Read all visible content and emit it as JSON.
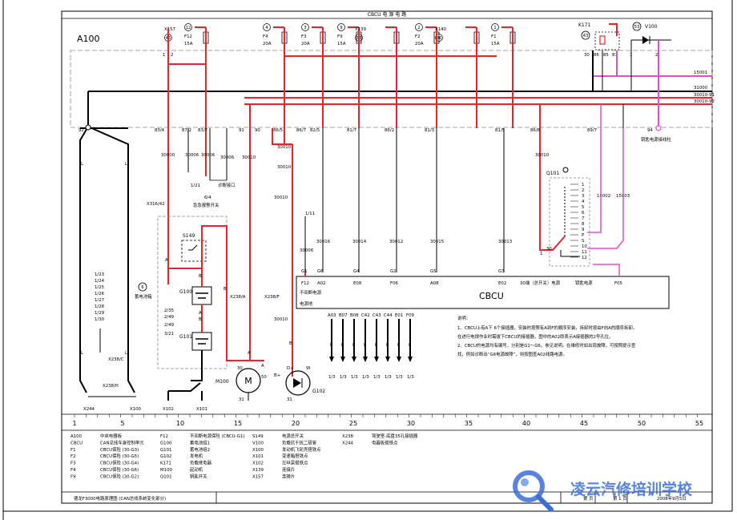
{
  "header": {
    "title": "CBCU  电  源  电  路"
  },
  "board_label": "A100",
  "fuses": [
    {
      "tag": "X157",
      "num": "12",
      "conn": "46",
      "name": "F12",
      "rating": "15A"
    },
    {
      "tag": "",
      "num": "4",
      "conn": "",
      "name": "F4",
      "rating": "20A"
    },
    {
      "tag": "",
      "num": "3",
      "conn": "",
      "name": "F3",
      "rating": "20A"
    },
    {
      "tag": "",
      "num": "9",
      "conn": "",
      "name": "F9",
      "rating": "15A"
    },
    {
      "tag": "X139",
      "num": "",
      "conn": "36",
      "name": "",
      "rating": ""
    },
    {
      "tag": "",
      "num": "2",
      "conn": "",
      "name": "F2",
      "rating": "20A"
    },
    {
      "tag": "X140",
      "num": "",
      "conn": "36",
      "name": "",
      "rating": ""
    },
    {
      "tag": "",
      "num": "1",
      "conn": "",
      "name": "F1",
      "rating": "15A"
    }
  ],
  "relay": {
    "tag": "K171",
    "conn": "43",
    "pins": [
      "30",
      "86",
      "85",
      "87"
    ]
  },
  "diode": {
    "num": "53",
    "name": "V100",
    "pins": [
      "1",
      "2"
    ]
  },
  "pin_labels": {
    "p1": "1",
    "p2": "2"
  },
  "bus_lines": [
    "15001",
    "31000",
    "30010-91",
    "30010-92"
  ],
  "node_labels": [
    "92",
    "83/4",
    "87/2",
    "83/7",
    "91",
    "90",
    "86/5",
    "86/7",
    "82/5",
    "81/7",
    "86/2",
    "81/3",
    "81/5",
    "86/8",
    "89/7",
    "94"
  ],
  "wire_labels": {
    "w30000": "30000",
    "w30006a": "30006",
    "w30006b": "30006",
    "w30006c": "30006",
    "w30010a": "30010",
    "w30010b": "30010",
    "w30010c": "30010",
    "w30010d": "30010",
    "w30010e": "30010",
    "w30010f": "30010",
    "w30016": "30016",
    "w30014": "30014",
    "w30012": "30012",
    "w30015": "30015",
    "w30013": "30013",
    "w15002": "15002",
    "w15003": "15003",
    "w30006d": "30006"
  },
  "key_post": "钥匙电源接线柱",
  "refs": {
    "r121": "1/21",
    "r64": "6/4",
    "emergency": "急急报警开关",
    "diag": "诊断接口",
    "r111": "1/11",
    "x316": "X316/42",
    "x238a": "X238/A",
    "x238f": "X238/F",
    "x238h": "X238/H",
    "x238c": "X238/C"
  },
  "battery_block": {
    "num": "6",
    "label": "蓄电池箱",
    "s149": "S149",
    "g100": "G100",
    "g101": "G101",
    "refs": [
      "2/35",
      "2/49",
      "2/49",
      "3/21"
    ]
  },
  "left_refs": [
    "1/23",
    "1/24",
    "1/25",
    "1/26",
    "1/27",
    "1/28",
    "1/29",
    "1/30"
  ],
  "cbcu": {
    "title": "CBCU",
    "g_labels": [
      "G1",
      "G6",
      "G4",
      "G2",
      "G5",
      "G3"
    ],
    "top_pins": [
      "F12",
      "A02",
      "E08",
      "F06",
      "A08",
      "E02",
      "F05"
    ],
    "top_notes": {
      "unfused": "不间断电源",
      "key30": "30端（总开关）电源",
      "keypwr": "钥匙电源"
    },
    "ground_label": "电源地",
    "gnd_pins": [
      "A03",
      "B07",
      "B08",
      "C42",
      "C43",
      "C44",
      "E01",
      "F09"
    ],
    "gnd_refs": [
      "1/3",
      "1/3",
      "1/3",
      "1/3",
      "1/3",
      "1/3",
      "1/3",
      "1/3"
    ]
  },
  "q101": {
    "name": "Q101",
    "positions": [
      "1",
      "2",
      "3",
      "4",
      "5",
      "6",
      "7",
      "8",
      "9",
      "P",
      "S",
      "10",
      "11",
      "12"
    ]
  },
  "motor": {
    "name": "M100",
    "letter": "M",
    "pin30": "30",
    "pin50": "50",
    "pin31": "31",
    "a": "A",
    "b": "B"
  },
  "generator": {
    "name": "G102",
    "pinD": "D+",
    "pinW": "W",
    "pinB": "B+",
    "pin31": "31"
  },
  "bottom_grounds": [
    "X244",
    "X100",
    "X102",
    "X101"
  ],
  "notes": {
    "heading": "说明：",
    "n1": "1、CBCU上有A下 6个接插器，安装时按照有A到F的顺序安装，拆卸时按由F向A的顺序拆卸。",
    "n1b": "在进行电焊作业时需拔下CBCU的接插器，图中的A02即表示A接插器的2号孔位。",
    "n2": "2、CBCU的电源均有编号，分别是G1～G6，参见说明。在维修时如出现故障，可按照提示查",
    "n2b": "找，例如诊断出“G6电源故障”，则按图查A02线路电源。"
  },
  "scale": [
    "1",
    "5",
    "10",
    "15",
    "20",
    "25",
    "30",
    "35",
    "40",
    "45",
    "50",
    "55"
  ],
  "legend_cols": [
    [
      [
        "A100",
        "中央电器板"
      ],
      [
        "CBCU",
        "CAN总线车身控制单元"
      ],
      [
        "F1",
        "CBCU保险 (30-G3)"
      ],
      [
        "F2",
        "CBCU保险 (30-G5)"
      ],
      [
        "F3",
        "CBCU保险 (30-G4)"
      ],
      [
        "F4",
        "CBCU保险 (30-G6)"
      ],
      [
        "F9",
        "CBCU保险 (30-G2)"
      ]
    ],
    [
      [
        "F12",
        "不间断电源保险 (CBCU-G1)"
      ],
      [
        "G100",
        "蓄电池组1"
      ],
      [
        "G101",
        "蓄电池组2"
      ],
      [
        "G102",
        "发电机"
      ],
      [
        "K171",
        "负载继电器"
      ],
      [
        "M100",
        "起动机"
      ],
      [
        "Q101",
        "钥匙开关"
      ]
    ],
    [
      [
        "S149",
        "电源总开关"
      ],
      [
        "V100",
        "负载抗干扰二极管"
      ],
      [
        "X100",
        "发动机飞轮壳搭铁点"
      ],
      [
        "X101",
        "变速箱搭铁点"
      ],
      [
        "X102",
        "左纵梁搭铁点"
      ],
      [
        "X139",
        "连接片"
      ],
      [
        "X157",
        "连接片"
      ]
    ],
    [
      [
        "X238",
        "驾驶室-底盘35孔接插器"
      ],
      [
        "X244",
        "电器板搭铁点"
      ]
    ]
  ],
  "footer": {
    "drawing_title": "德龙F3000电路原理图 (CAN总线系统变化部分)",
    "page": "第    页",
    "sheet": "第  1  页",
    "date": "2008年9月5日"
  },
  "watermark": "凌云汽修培训学校",
  "colors": {
    "red": "#e8252a",
    "magenta": "#e64bd8",
    "black": "#000000",
    "blue": "#3b6fd6"
  }
}
